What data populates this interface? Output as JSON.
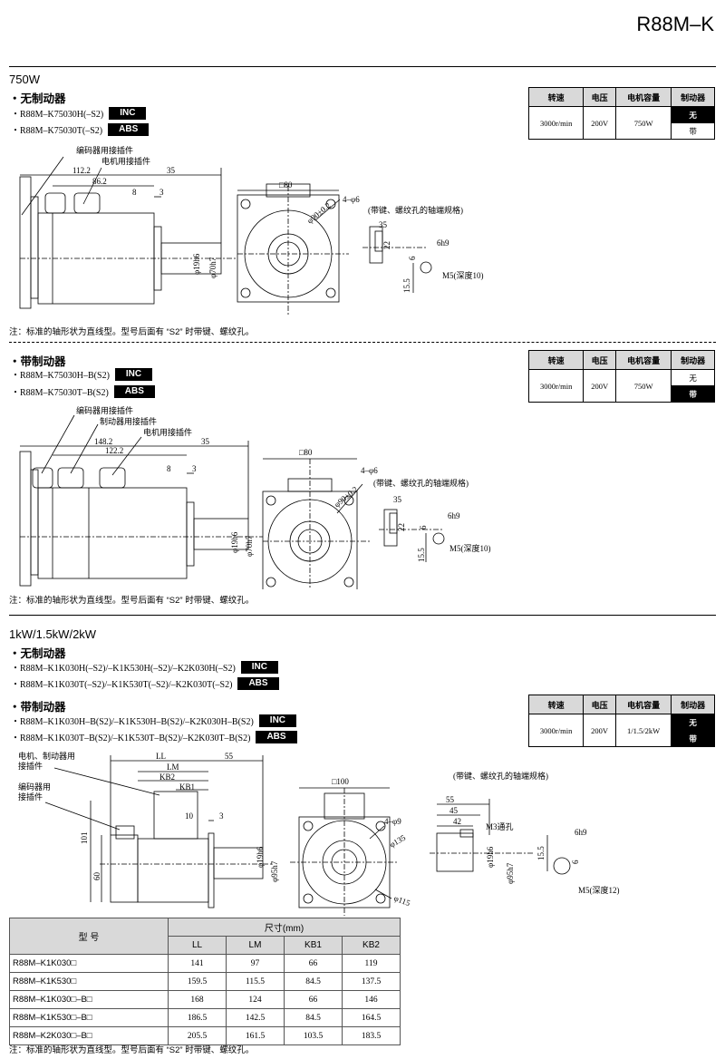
{
  "header": {
    "title": "R88M–K"
  },
  "spec_headers": [
    "转速",
    "电压",
    "电机容量",
    "制动器"
  ],
  "section1": {
    "title": "750W",
    "no_brake": {
      "subtitle": "・无制动器",
      "models": [
        {
          "name": "・R88M–K75030H(–S2)",
          "badge": "INC"
        },
        {
          "name": "・R88M–K75030T(–S2)",
          "badge": "ABS"
        }
      ],
      "spec": {
        "speed": "3000r/min",
        "voltage": "200V",
        "capacity": "750W",
        "brake_no": "无",
        "brake_yes": "带",
        "active": "no"
      },
      "labels": {
        "encoder_conn": "编码器用接插件",
        "motor_conn": "电机用接插件",
        "d1": "112.2",
        "d2": "86.2",
        "d3": "35",
        "d4": "8",
        "d5": "3",
        "d6": "φ19h6",
        "d7": "φ70h7",
        "sq": "□80",
        "holes": "4–φ6",
        "pcd": "φ90±0.2",
        "shaft_note": "(带键、螺纹孔的轴端规格)",
        "k1": "35",
        "k2": "22",
        "k3": "6h9",
        "k4": "6",
        "k5": "15.5",
        "m5": "M5(深度10)"
      },
      "note": "注：标准的轴形状为直线型。型号后面有 “S2” 时带键、螺纹孔。"
    },
    "with_brake": {
      "subtitle": "・带制动器",
      "models": [
        {
          "name": "・R88M–K75030H–B(S2)",
          "badge": "INC"
        },
        {
          "name": "・R88M–K75030T–B(S2)",
          "badge": "ABS"
        }
      ],
      "spec": {
        "speed": "3000r/min",
        "voltage": "200V",
        "capacity": "750W",
        "brake_no": "无",
        "brake_yes": "带",
        "active": "yes"
      },
      "labels": {
        "encoder_conn": "编码器用接插件",
        "brake_conn": "制动器用接插件",
        "motor_conn": "电机用接插件",
        "d1": "148.2",
        "d2": "122.2",
        "d3": "35",
        "d4": "8",
        "d5": "3",
        "d6": "φ19h6",
        "d7": "φ70h7",
        "sq": "□80",
        "holes": "4–φ6",
        "pcd": "φ90±0.2",
        "shaft_note": "(带键、螺纹孔的轴端规格)",
        "k1": "35",
        "k2": "22",
        "k3": "6h9",
        "k4": "6",
        "k5": "15.5",
        "m5": "M5(深度10)"
      },
      "note": "注：标准的轴形状为直线型。型号后面有 “S2” 时带键、螺纹孔。"
    }
  },
  "section2": {
    "title": "1kW/1.5kW/2kW",
    "no_brake": {
      "subtitle": "・无制动器",
      "models": [
        {
          "name": "・R88M–K1K030H(–S2)/–K1K530H(–S2)/–K2K030H(–S2)",
          "badge": "INC"
        },
        {
          "name": "・R88M–K1K030T(–S2)/–K1K530T(–S2)/–K2K030T(–S2)",
          "badge": "ABS"
        }
      ]
    },
    "with_brake": {
      "subtitle": "・带制动器",
      "models": [
        {
          "name": "・R88M–K1K030H–B(S2)/–K1K530H–B(S2)/–K2K030H–B(S2)",
          "badge": "INC"
        },
        {
          "name": "・R88M–K1K030T–B(S2)/–K1K530T–B(S2)/–K2K030T–B(S2)",
          "badge": "ABS"
        }
      ]
    },
    "spec": {
      "speed": "3000r/min",
      "voltage": "200V",
      "capacity": "1/1.5/2kW",
      "brake_no": "无",
      "brake_yes": "带"
    },
    "labels": {
      "motor_brake_conn_1": "电机、制动器用",
      "motor_brake_conn_2": "接插件",
      "encoder_conn_1": "编码器用",
      "encoder_conn_2": "接插件",
      "ll": "LL",
      "lm": "LM",
      "kb2": "KB2",
      "kb1": "KB1",
      "d55": "55",
      "d10": "10",
      "d3": "3",
      "d101": "101",
      "d60": "60",
      "d19": "φ19h6",
      "d95": "φ95h7",
      "sq": "□100",
      "holes": "4–φ9",
      "pcd135": "φ135",
      "pcd115": "φ115",
      "shaft_note": "(带键、螺纹孔的轴端规格)",
      "k55": "55",
      "k45": "45",
      "k42": "42",
      "m3": "M3通孔",
      "k6h9": "6h9",
      "k6": "6",
      "k155": "15.5",
      "m5": "M5(深度12)"
    },
    "dims_table": {
      "model_header": "型 号",
      "group_header": "尺寸(mm)",
      "columns": [
        "LL",
        "LM",
        "KB1",
        "KB2"
      ],
      "rows": [
        {
          "model": "R88M–K1K030□",
          "LL": "141",
          "LM": "97",
          "KB1": "66",
          "KB2": "119"
        },
        {
          "model": "R88M–K1K530□",
          "LL": "159.5",
          "LM": "115.5",
          "KB1": "84.5",
          "KB2": "137.5"
        },
        {
          "model": "R88M–K1K030□–B□",
          "LL": "168",
          "LM": "124",
          "KB1": "66",
          "KB2": "146"
        },
        {
          "model": "R88M–K1K530□–B□",
          "LL": "186.5",
          "LM": "142.5",
          "KB1": "84.5",
          "KB2": "164.5"
        },
        {
          "model": "R88M–K2K030□–B□",
          "LL": "205.5",
          "LM": "161.5",
          "KB1": "103.5",
          "KB2": "183.5"
        }
      ]
    },
    "note": "注：标准的轴形状为直线型。型号后面有 “S2” 时带键、螺纹孔。"
  }
}
